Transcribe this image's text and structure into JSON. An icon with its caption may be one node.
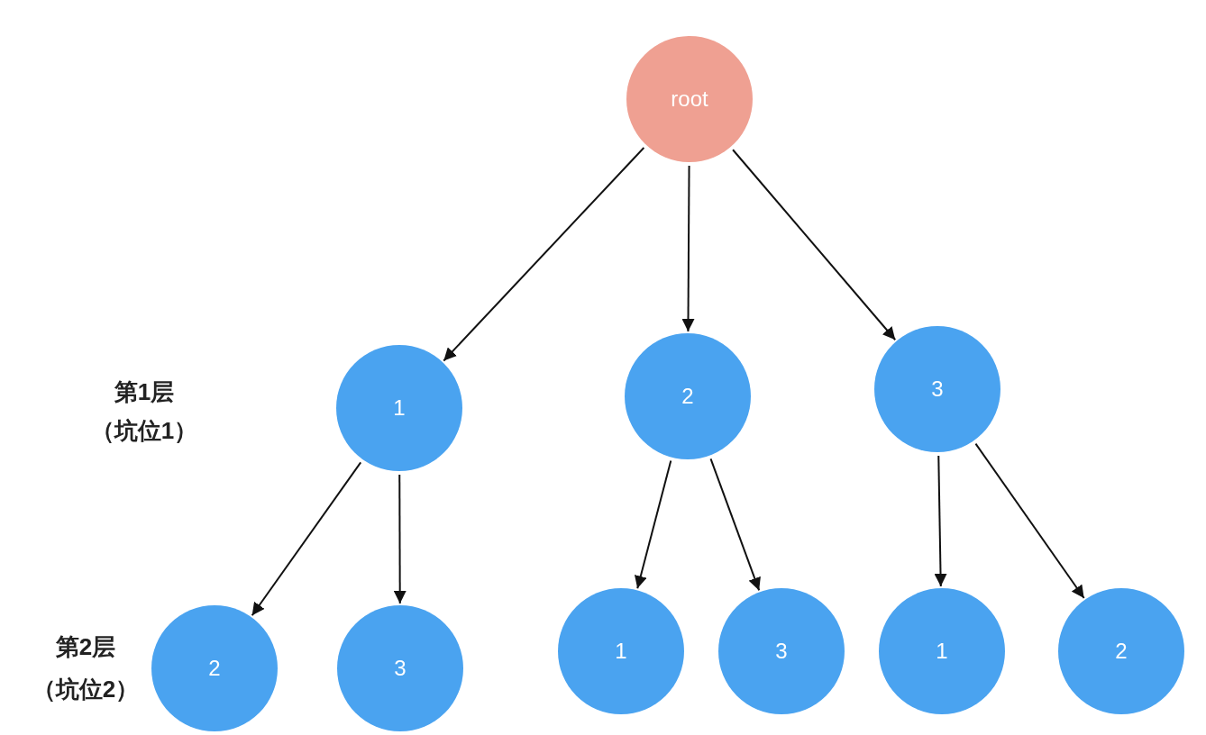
{
  "diagram": {
    "nodes": [
      {
        "text": [
          "root"
        ]
      },
      {
        "text": [
          "1"
        ]
      },
      {
        "text": [
          "2"
        ]
      },
      {
        "text": [
          "3"
        ]
      },
      {
        "text": [
          "2"
        ]
      },
      {
        "text": [
          "3"
        ]
      },
      {
        "text": [
          "1"
        ]
      },
      {
        "text": [
          "3"
        ]
      },
      {
        "text": [
          "1"
        ]
      },
      {
        "text": [
          "2"
        ]
      }
    ],
    "edges": [
      {
        "from": 0,
        "to": 1,
        "arrow": "to"
      },
      {
        "from": 0,
        "to": 2,
        "arrow": "to"
      },
      {
        "from": 0,
        "to": 3,
        "arrow": "to"
      },
      {
        "from": 1,
        "to": 4,
        "arrow": "to"
      },
      {
        "from": 1,
        "to": 5,
        "arrow": "to"
      },
      {
        "from": 2,
        "to": 6,
        "arrow": "to"
      },
      {
        "from": 2,
        "to": 7,
        "arrow": "to"
      },
      {
        "from": 3,
        "to": 8,
        "arrow": "to"
      },
      {
        "from": 3,
        "to": 9,
        "arrow": "to"
      }
    ],
    "labels": [
      "第1层",
      "（坑位1）",
      "第2层",
      "（坑位2）"
    ]
  }
}
